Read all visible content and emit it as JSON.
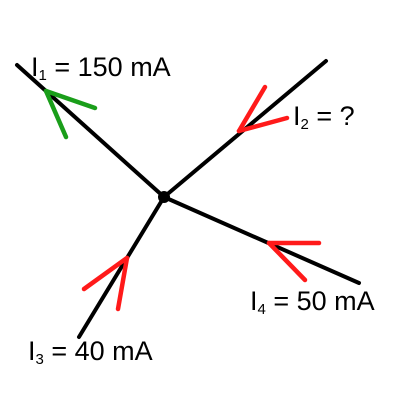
{
  "diagram": {
    "colors": {
      "wire": "#000000",
      "incoming_arrow": "#ff1a1a",
      "outgoing_arrow": "#1a9e1a"
    },
    "currents": [
      {
        "id": "I1",
        "symbol": "I",
        "subscript": "1",
        "value_text": "= 150 mA",
        "direction": "out"
      },
      {
        "id": "I2",
        "symbol": "I",
        "subscript": "2",
        "value_text": "= ?",
        "direction": "in"
      },
      {
        "id": "I3",
        "symbol": "I",
        "subscript": "3",
        "value_text": "= 40 mA",
        "direction": "in"
      },
      {
        "id": "I4",
        "symbol": "I",
        "subscript": "4",
        "value_text": "= 50 mA",
        "direction": "in"
      }
    ]
  }
}
